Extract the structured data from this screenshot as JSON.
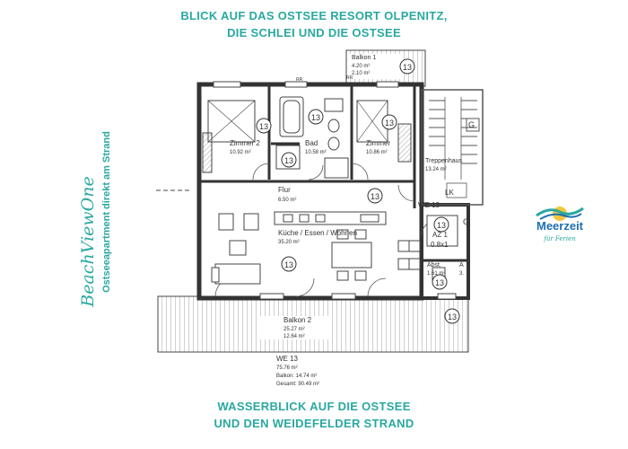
{
  "header": {
    "line1": "BLICK AUF DAS OSTSEE RESORT OLPENITZ,",
    "line2": "DIE SCHLEI UND DIE OSTSEE"
  },
  "footer": {
    "line1": "WASSERBLICK AUF DIE OSTSEE",
    "line2": "UND DEN WEIDEFELDER STRAND"
  },
  "brand": {
    "script_name": "BeachViewOne",
    "subtitle": "Ostseeapartment direkt am Strand"
  },
  "logo": {
    "name": "Meerzeit",
    "tagline": "für Ferien"
  },
  "plan": {
    "unit_marker": "13",
    "rooms": {
      "balkon1": {
        "name": "Balkon 1",
        "area1": "4.20 m²",
        "area2": "2.10 m²"
      },
      "zimmer2": {
        "name": "Zimmer 2",
        "area": "10.92 m²"
      },
      "bad": {
        "name": "Bad",
        "area": "10.58 m²"
      },
      "zimmer": {
        "name": "Zimmer",
        "area": "10.86 m²"
      },
      "treppenhaus": {
        "name": "Treppenhaus",
        "area": "13.24 m²"
      },
      "flur": {
        "name": "Flur",
        "area": "6.50 m²"
      },
      "kueche": {
        "name": "Küche / Essen / Wohnen",
        "area": "35.20 m²"
      },
      "az": {
        "name": "AZ 1",
        "area": "0.8x1"
      },
      "abst": {
        "name": "Abst.",
        "area": "1.61 m²"
      },
      "balkon2": {
        "name": "Balkon 2",
        "area1": "25.27 m²",
        "area2": "12.64 m²"
      }
    },
    "labels": {
      "we13": "WE 13",
      "lk": "LK",
      "g": "G",
      "a": "A",
      "b": "3.",
      "rr1": "RR",
      "rr2": "RR"
    },
    "summary": {
      "title": "WE 13",
      "total": "75.76 m²",
      "balkon": "Balkon: 14.74 m²",
      "gesamt": "Gesamt: 90.49 m²"
    }
  }
}
